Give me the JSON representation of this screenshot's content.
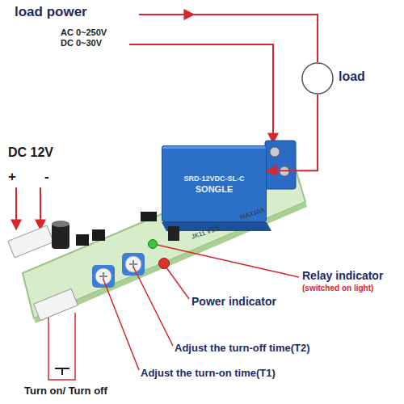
{
  "diagram": {
    "nodes": [
      {
        "text": [
          "load"
        ]
      },
      {
        "text": [
          "SRD-12VDC-SL-C",
          "SONGLE"
        ]
      }
    ],
    "edges": [
      {
        "from": 0,
        "to": 1,
        "arrow": "to"
      }
    ],
    "labels": [
      "load power",
      "AC 0~250V",
      "DC 0~30V",
      "DC 12V",
      "+",
      "-",
      "JK11 V1.5",
      "MAX10A",
      "Relay indicator",
      "(switched on light)",
      "Power indicator",
      "Adjust the turn-off time(T2)",
      "Adjust the turn-on time(T1)",
      "Turn on/ Turn off"
    ]
  }
}
